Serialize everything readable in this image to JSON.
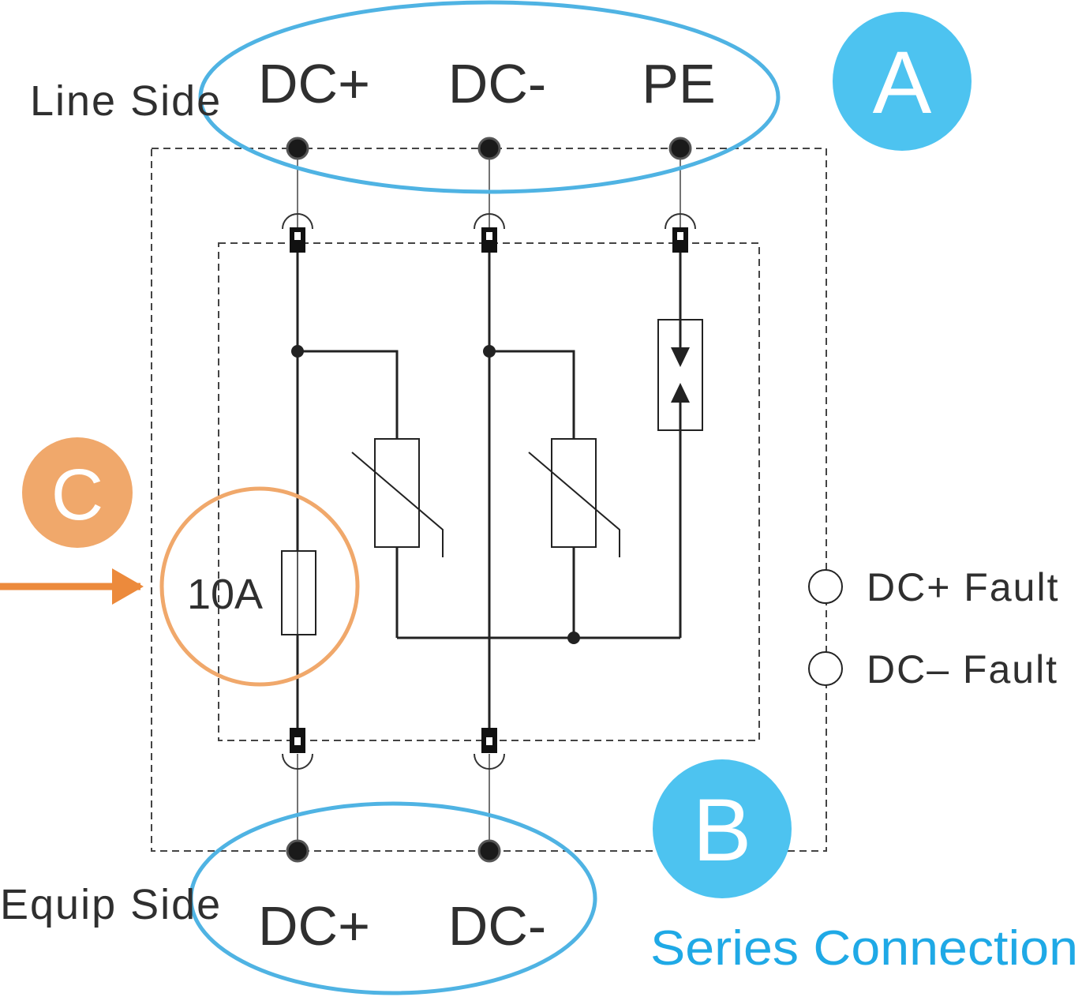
{
  "line_side": {
    "label": "Line Side",
    "terminals": [
      "DC+",
      "DC-",
      "PE"
    ],
    "badge": "A"
  },
  "equip_side": {
    "label": "Equip Side",
    "terminals": [
      "DC+",
      "DC-"
    ],
    "badge": "B"
  },
  "fuse": {
    "badge": "C",
    "rating": "10A"
  },
  "indicators": [
    {
      "label": "DC+ Fault"
    },
    {
      "label": "DC– Fault"
    }
  ],
  "caption": "Series Connection",
  "colors": {
    "blue": "#4fb3e3",
    "badge_blue": "#4dc3f0",
    "orange": "#f0a86b",
    "arrow": "#ec8a3c",
    "caption": "#1fa9e6",
    "line": "#222222",
    "dash": "#444444"
  }
}
